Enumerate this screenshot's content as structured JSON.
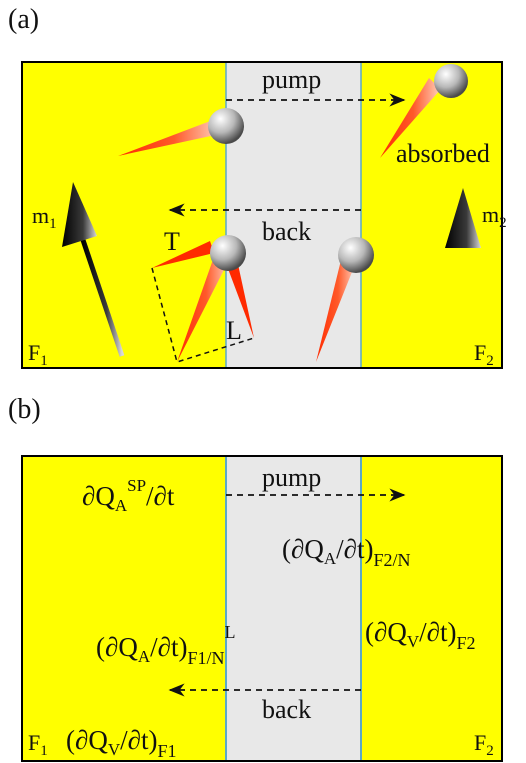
{
  "colors": {
    "ferromagnet": "#ffff00",
    "normal_metal": "#e8e8e8",
    "interface_line": "#5aa9c8",
    "spin_arrow_tip": "#ff2a00",
    "magnetization_arrow": "#000000"
  },
  "panel_a": {
    "label": "(a)",
    "pump_label": "pump",
    "back_label": "back",
    "absorbed_label": "absorbed",
    "m1_label": "m",
    "m1_sub": "1",
    "m2_label": "m",
    "m2_sub": "2",
    "transverse_label": "T",
    "longitudinal_label": "L",
    "f1_label": "F",
    "f1_sub": "1",
    "f2_label": "F",
    "f2_sub": "2"
  },
  "panel_b": {
    "label": "(b)",
    "pump_label": "pump",
    "back_label": "back",
    "f1_label": "F",
    "f1_sub": "1",
    "f2_label": "F",
    "f2_sub": "2",
    "eq_pump_main": "∂Q",
    "eq_pump_sub": "A",
    "eq_pump_sup": "SP",
    "eq_pump_tail": "/∂t",
    "eq_f2n_main": "(∂Q",
    "eq_f2n_sub": "A",
    "eq_f2n_tail": "/∂t)",
    "eq_f2n_sub2": "F2/N",
    "eq_f1n_main": "(∂Q",
    "eq_f1n_sub": "A",
    "eq_f1n_tail": "/∂t)",
    "eq_f1n_sub2": "F1/N",
    "eq_f1n_sup": "L",
    "eq_v2_main": "(∂Q",
    "eq_v2_sub": "V",
    "eq_v2_tail": "/∂t)",
    "eq_v2_sub2": "F2",
    "eq_v1_main": "(∂Q",
    "eq_v1_sub": "V",
    "eq_v1_tail": "/∂t)",
    "eq_v1_sub2": "F1"
  }
}
